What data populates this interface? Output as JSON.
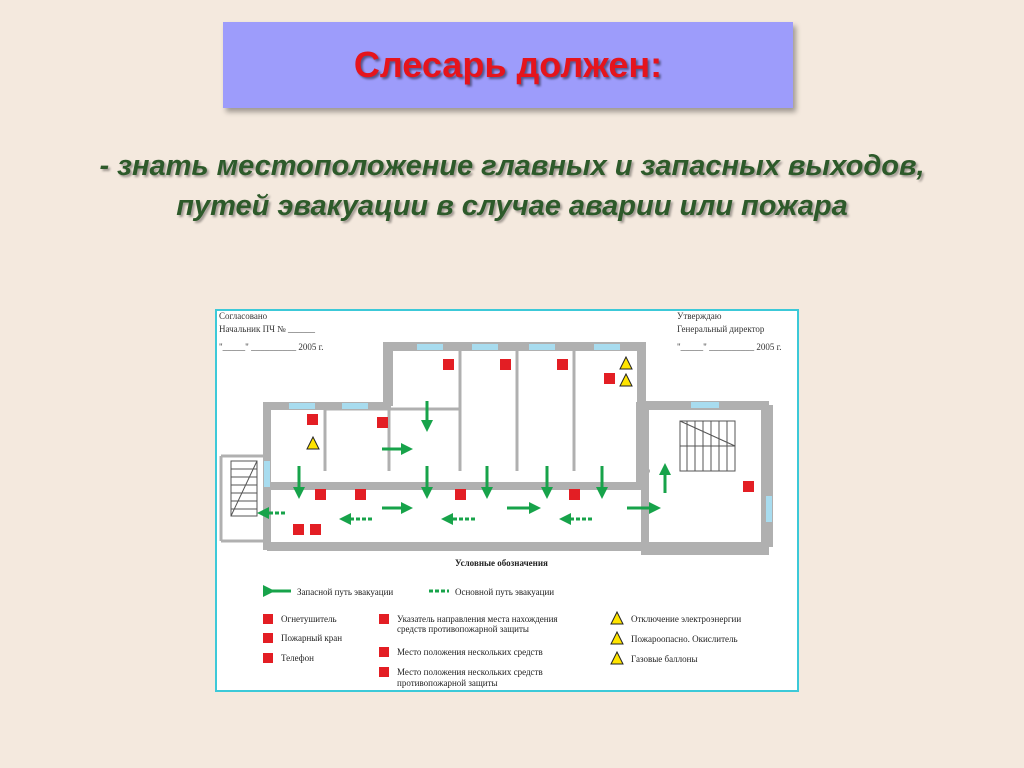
{
  "header": {
    "title": "Слесарь должен:"
  },
  "body": {
    "line1": "- знать местоположение главных и запасных выходов,",
    "line2": "путей эвакуации в случае аварии или пожара"
  },
  "plan": {
    "approval_left": [
      "Согласовано",
      "Начальник ПЧ № ______",
      "\"_____\" __________ 2005 г."
    ],
    "approval_right": [
      "Утверждаю",
      "Генеральный директор",
      "\"_____\" __________ 2005 г."
    ],
    "legend_title": "Условные обозначения",
    "legend": {
      "reserve_route": "Запасной путь эвакуации",
      "main_route": "Основной путь эвакуации",
      "extinguisher": "Огнетушитель",
      "fire_hydrant": "Пожарный кран",
      "phone": "Телефон",
      "direction_1": "Указатель направления места нахождения",
      "direction_2": "средств противопожарной защиты",
      "several_1": "Место положения нескольких средств",
      "several_2a": "Место положения нескольких средств",
      "several_2b": "противопожарной защиты",
      "power_off": "Отключение электроэнергии",
      "oxidizer": "Пожароопасно. Окислитель",
      "gas": "Газовые баллоны"
    }
  },
  "colors": {
    "title_bg": "#9d9cfb",
    "title_text": "#e5141c",
    "body_text": "#2d5a2a",
    "plan_border": "#3cc9d8",
    "arrow": "#17a34a",
    "sign": "#e31e24"
  }
}
